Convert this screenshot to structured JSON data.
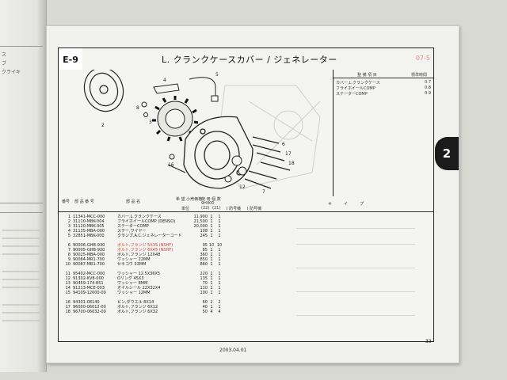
{
  "header": {
    "section_code": "E-9",
    "title": "L. クランクケースカバー / ジェネレーター",
    "ghost_code": "07-5"
  },
  "info_box": {
    "header_labels": [
      "整 備 項 目",
      "標準時間"
    ],
    "rows": [
      {
        "name": "カバー,L.クランクケース",
        "time": "0.7"
      },
      {
        "name": "フライホイールCOMP",
        "time": "0.8"
      },
      {
        "name": "ステーターCOMP",
        "time": "0.9"
      }
    ]
  },
  "table": {
    "headers": {
      "ref": "番号",
      "part_no": "部 品 番 号",
      "name": "部 品 名",
      "price": "希 望 小売価格",
      "price_unit": "単位",
      "qty_header": "使 用 個 数",
      "type_code": "9H400",
      "type_code_2": "(22)",
      "col_note": "(21)",
      "remarks_1": "I 防号機",
      "remarks_2": "I 防号機",
      "marks": [
        "キ",
        "イ",
        "プ"
      ]
    },
    "groups": [
      [
        {
          "ref": "1",
          "part": "11341-MCC-000",
          "name": "カバー,L.クランクケース",
          "price": "11,900",
          "q1": "1",
          "q2": "1"
        },
        {
          "ref": "2",
          "part": "31110-MBK-004",
          "name": "フライホイールCOMP (DENSO)",
          "price": "21,500",
          "q1": "1",
          "q2": "1"
        },
        {
          "ref": "3",
          "part": "31120-MBK-305",
          "name": "ステーターCOMP",
          "price": "20,000",
          "q1": "1",
          "q2": "1"
        },
        {
          "ref": "4",
          "part": "31135-MBA-000",
          "name": "ステー,ワイヤー",
          "price": "108",
          "q1": "1",
          "q2": "1"
        },
        {
          "ref": "5",
          "part": "32851-MBK-000",
          "name": "クランプ,A.C.ジェネレーターコード",
          "price": "245",
          "q1": "1",
          "q2": "1"
        }
      ],
      [
        {
          "ref": "6",
          "part": "90006-GHB-930",
          "name": "ボルト,フランジ 5X35 (NSHF)",
          "price": "95",
          "q1": "10",
          "q2": "10",
          "pink": true
        },
        {
          "ref": "7",
          "part": "90005-GHB-920",
          "name": "ボルト,フランジ 6X45 (NSHF)",
          "price": "85",
          "q1": "1",
          "q2": "1",
          "pink": true
        },
        {
          "ref": "8",
          "part": "90025-MBA-000",
          "name": "ボルト,フランジ 12X48",
          "price": "360",
          "q1": "1",
          "q2": "1"
        },
        {
          "ref": "9",
          "part": "90084-MR1-700",
          "name": "ワッシャー 22MM",
          "price": "850",
          "q1": "1",
          "q2": "1"
        },
        {
          "ref": "10",
          "part": "90087-MR1-700",
          "name": "セキコウ 33MM",
          "price": "860",
          "q1": "1",
          "q2": "1"
        }
      ],
      [
        {
          "ref": "11",
          "part": "95402-MCC-000",
          "name": "ワッシャー 12.5X36X5",
          "price": "220",
          "q1": "1",
          "q2": "1"
        },
        {
          "ref": "12",
          "part": "91302-KV8-000",
          "name": "Oリング 45X3",
          "price": "135",
          "q1": "1",
          "q2": "1"
        },
        {
          "ref": "13",
          "part": "90459-174-851",
          "name": "ワッシャー 8MM",
          "price": "70",
          "q1": "1",
          "q2": "1"
        },
        {
          "ref": "14",
          "part": "91213-MCE-003",
          "name": "オイルシール 22X32X4",
          "price": "110",
          "q1": "1",
          "q2": "1"
        },
        {
          "ref": "15",
          "part": "94109-12000-00",
          "name": "ワッシャー 12MM",
          "price": "100",
          "q1": "1",
          "q2": "1"
        }
      ],
      [
        {
          "ref": "16",
          "part": "94301-08140",
          "name": "ピン,ダウエル 8X14",
          "price": "60",
          "q1": "2",
          "q2": "2"
        },
        {
          "ref": "17",
          "part": "96000-06012-00",
          "name": "ボルト,フランジ 6X12",
          "price": "40",
          "q1": "1",
          "q2": "1"
        },
        {
          "ref": "18",
          "part": "96700-06032-00",
          "name": "ボルト,フランジ 6X32",
          "price": "50",
          "q1": "4",
          "q2": "4"
        }
      ]
    ]
  },
  "footer": {
    "date": "2003.04.01",
    "page_number": "33"
  },
  "tab": {
    "label": "2"
  },
  "left_page": {
    "fragments": [
      "ス",
      "ブ",
      "クライキ"
    ]
  }
}
